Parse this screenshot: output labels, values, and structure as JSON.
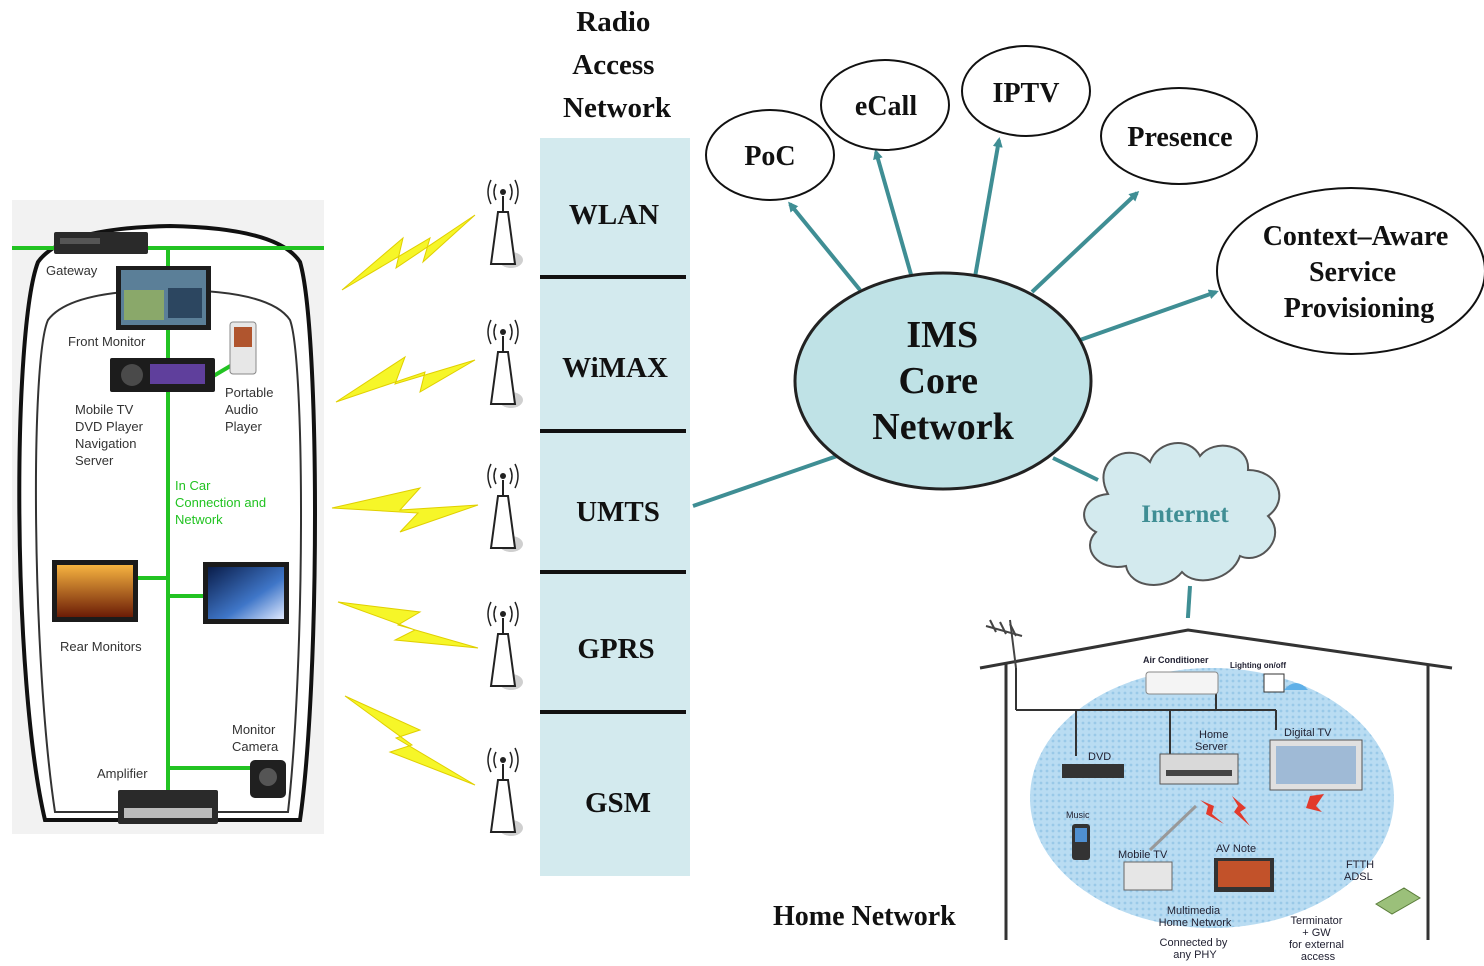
{
  "radio_access": {
    "title_lines": [
      "Radio",
      "Access",
      "Network"
    ],
    "networks": [
      "WLAN",
      "WiMAX",
      "UMTS",
      "GPRS",
      "GSM"
    ]
  },
  "ims_core": {
    "lines": [
      "IMS",
      "Core",
      "Network"
    ]
  },
  "services": {
    "poc": "PoC",
    "ecall": "eCall",
    "iptv": "IPTV",
    "presence": "Presence",
    "context_aware": [
      "Context–Aware",
      "Service",
      "Provisioning"
    ]
  },
  "internet": {
    "label": "Internet"
  },
  "car": {
    "gateway": "Gateway",
    "front_monitor": "Front Monitor",
    "head_unit_lines": [
      "Mobile TV",
      "DVD Player",
      "Navigation",
      "Server"
    ],
    "portable_audio_lines": [
      "Portable",
      "Audio",
      "Player"
    ],
    "in_car_lines": [
      "In Car",
      "Connection and",
      "Network"
    ],
    "rear_monitors": "Rear Monitors",
    "monitor_camera_lines": [
      "Monitor",
      "Camera"
    ],
    "amplifier": "Amplifier"
  },
  "home": {
    "title": "Home Network",
    "air_conditioner": "Air Conditioner",
    "lighting": "Lighting on/off",
    "dvd": "DVD",
    "home_server_lines": [
      "Home",
      "Server"
    ],
    "digital_tv": "Digital TV",
    "music": "Music",
    "mobile_tv": "Mobile TV",
    "av_note": "AV Note",
    "ftth_lines": [
      "FTTH",
      "ADSL"
    ],
    "multimedia_lines": [
      "Multimedia",
      "Home Network"
    ],
    "connected_lines": [
      "Connected by",
      "any PHY"
    ],
    "terminator_lines": [
      "Terminator",
      "+ GW",
      "for external",
      "access"
    ]
  },
  "colors": {
    "access_band": "#d3eaee",
    "ims_fill": "#bfe2e6",
    "arrow": "#3f8e94",
    "internet_text": "#3f8e94",
    "car_network": "#22c322",
    "bolt": "#f6f628",
    "home_bubble": "#b9dcf2"
  }
}
